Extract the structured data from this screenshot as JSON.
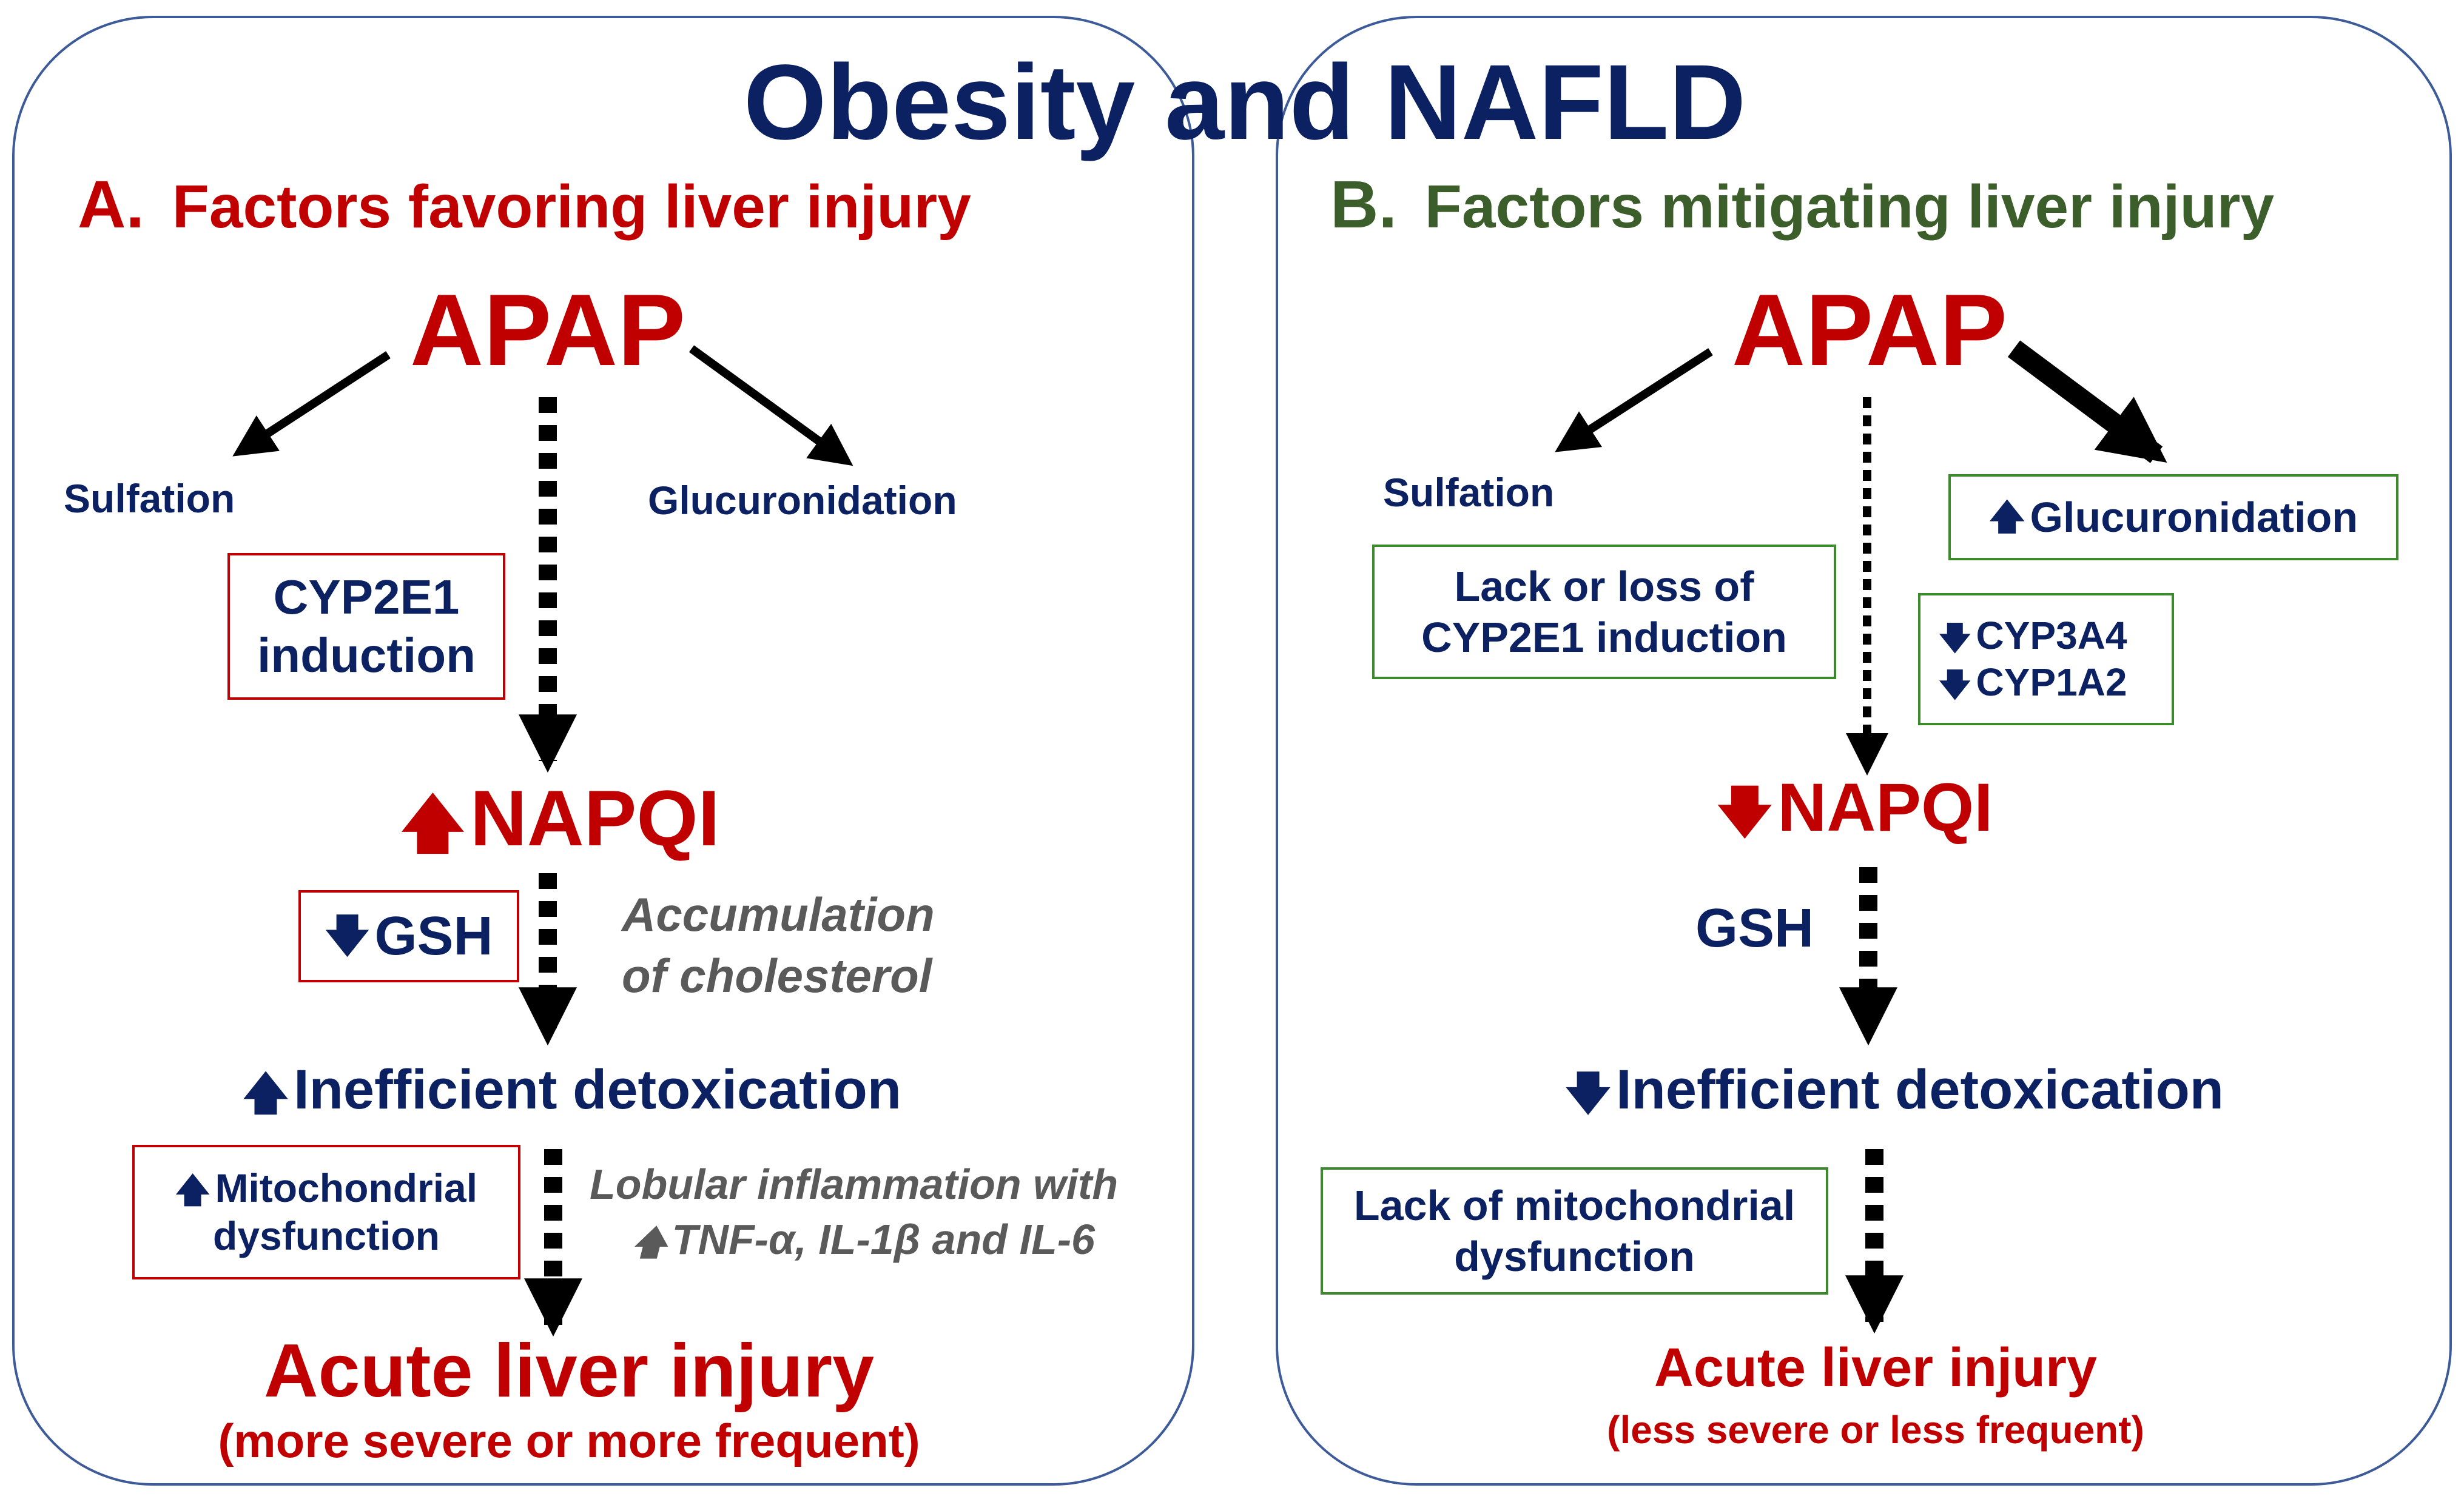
{
  "title": "Obesity and NAFLD",
  "left": {
    "heading_letter": "A.",
    "heading_text": "Factors favoring liver injury",
    "apap": "APAP",
    "sulfation": "Sulfation",
    "glucuronidation": "Glucuronidation",
    "cyp2e1_line1": "CYP2E1",
    "cyp2e1_line2": "induction",
    "napqi": "NAPQI",
    "gsh": "GSH",
    "cholesterol_line1": "Accumulation",
    "cholesterol_line2": "of cholesterol",
    "detox": "Inefficient detoxication",
    "mito_line1": "Mitochondrial",
    "mito_line2": "dysfunction",
    "inflammation_line1": "Lobular inflammation with",
    "inflammation_line2": "TNF-α, IL-1β and IL-6",
    "outcome": "Acute liver injury",
    "outcome_note": "(more severe or more frequent)"
  },
  "right": {
    "heading_letter": "B.",
    "heading_text": "Factors mitigating liver injury",
    "apap": "APAP",
    "sulfation": "Sulfation",
    "glucuronidation": "Glucuronidation",
    "cyp2e1_line1": "Lack or loss of",
    "cyp2e1_line2": "CYP2E1 induction",
    "cyp3a4": "CYP3A4",
    "cyp1a2": "CYP1A2",
    "napqi": "NAPQI",
    "gsh": "GSH",
    "detox": "Inefficient detoxication",
    "mito_line1": "Lack of mitochondrial",
    "mito_line2": "dysfunction",
    "outcome": "Acute liver injury",
    "outcome_note": "(less severe or less frequent)"
  },
  "colors": {
    "navy": "#0c2161",
    "red": "#c00000",
    "green": "#3b5e2b",
    "box_green": "#3b8a2c",
    "panel_border": "#3d5a99"
  }
}
